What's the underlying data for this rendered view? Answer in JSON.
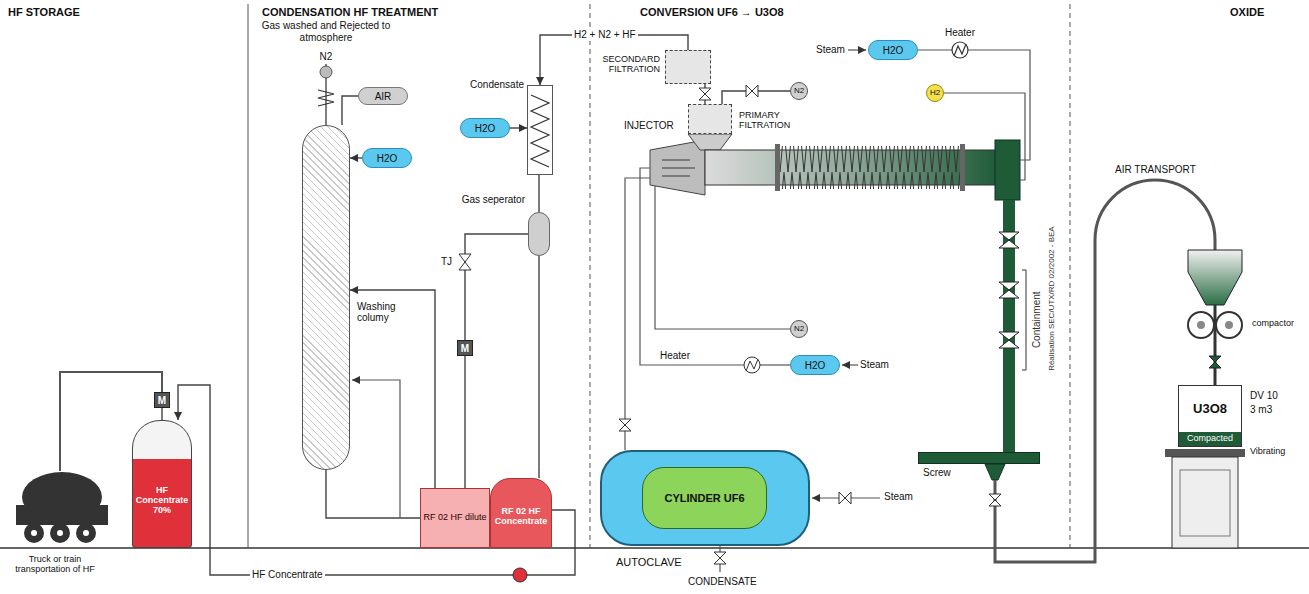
{
  "diagram": {
    "nodes": [
      {
        "text": [
          "HF Concentrate 70%"
        ]
      },
      {
        "text": [
          "M"
        ]
      },
      {
        "text": [
          "Washing columy"
        ]
      },
      {
        "text": [
          "AIR"
        ]
      },
      {
        "text": [
          "H2O"
        ]
      },
      {
        "text": [
          "Condensate"
        ]
      },
      {
        "text": [
          "H2O"
        ]
      },
      {
        "text": [
          "Gas seperator"
        ]
      },
      {
        "text": [
          "M"
        ]
      },
      {
        "text": [
          "RF 02 HF dilute"
        ]
      },
      {
        "text": [
          "RF 02 HF Concentrate"
        ]
      },
      {
        "text": [
          "SECONDARD FILTRATION"
        ]
      },
      {
        "text": [
          "PRIMARY FILTRATION"
        ]
      },
      {
        "text": [
          "N2"
        ]
      },
      {
        "text": [
          "H2O"
        ]
      },
      {
        "text": [
          "H2"
        ]
      },
      {
        "text": [
          "N2"
        ]
      },
      {
        "text": [
          "H2O"
        ]
      },
      {
        "text": [
          "AUTOCLAVE"
        ]
      },
      {
        "text": [
          "CYLINDER UF6"
        ],
        "in": 18
      },
      {
        "text": [
          "Screw"
        ]
      },
      {
        "text": [
          "U3O8",
          "Compacted"
        ]
      }
    ],
    "edges": [
      {
        "from": 1,
        "to": 0,
        "arrow": "none"
      },
      {
        "from": 10,
        "to": 0,
        "arrow": "to",
        "label": "HF Concentrate"
      },
      {
        "from": 4,
        "to": 2,
        "arrow": "to"
      },
      {
        "from": 3,
        "to": 2,
        "arrow": "none"
      },
      {
        "from": 2,
        "to": 9,
        "arrow": "none"
      },
      {
        "from": 9,
        "to": 2,
        "arrow": "to"
      },
      {
        "from": 7,
        "to": 8,
        "arrow": "none"
      },
      {
        "from": 8,
        "to": 9,
        "arrow": "none"
      },
      {
        "from": 5,
        "to": 7,
        "arrow": "none"
      },
      {
        "from": 7,
        "to": 10,
        "arrow": "none"
      },
      {
        "from": 6,
        "to": 5,
        "arrow": "to"
      },
      {
        "from": 11,
        "to": 5,
        "arrow": "to",
        "label": "H2 + N2 + HF"
      },
      {
        "from": 12,
        "to": 11,
        "arrow": "none"
      },
      {
        "from": 13,
        "to": 12,
        "arrow": "none"
      }
    ],
    "labels": [
      "HF STORAGE",
      "CONDENSATION HF TREATMENT",
      "CONVERSION UF6 → U3O8",
      "OXIDE",
      "Gas washed and Rejected to atmosphere",
      "N2",
      "Truck or train transportation of HF",
      "TJ",
      "INJECTOR",
      "Steam",
      "Heater",
      "Réalisation SEC/UTX/RD 02/2002 - BEA",
      "Containment",
      "Heater",
      "Steam",
      "Steam",
      "CONDENSATE",
      "AIR TRANSPORT",
      "compactor",
      "DV 10",
      "3 m3",
      "Vibrating"
    ]
  }
}
